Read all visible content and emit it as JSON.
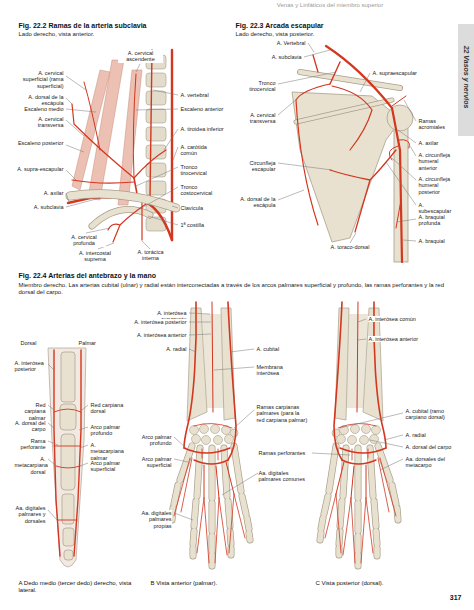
{
  "diagram": {
    "labels": [
      "Venas y Linfáticos del miembro superior",
      "22 Vasos y nervios",
      "Fig. 22.2 Ramas de la arteria subclavia",
      "Lado derecho, vista anterior.",
      "A. cervical ascendente",
      "A. cervical superficial (rama superficial)",
      "A. dorsal de la escápula",
      "A. vertebral",
      "Escaleno medio",
      "A. cervical transversa",
      "Escaleno anterior",
      "A. tiroidea inferior",
      "Escaleno posterior",
      "A. carótida común",
      "A. supra-escapular",
      "Tronco tirocervical",
      "A. axilar",
      "Tronco costocervical",
      "A. subclavia",
      "Clavícula",
      "1ª costilla",
      "A. cervical profunda",
      "A. intercostal suprema",
      "A. torácica interna",
      "Fig. 22.3 Arcada escapular",
      "Lado derecho, vista posterior.",
      "A. Vertebral",
      "A. subclavia",
      "A. supraescapular",
      "Tronco tirocervical",
      "A. cervical transversa",
      "Ramas acromiales",
      "A. axilar",
      "A. circunfleja humeral anterior",
      "Circunfleja escapular",
      "A. circunfleja humeral posterior",
      "A. dorsal de la escápula",
      "A. subescapular",
      "A. braquial profunda",
      "A. toraco-dorsal",
      "A. braquial",
      "Fig. 22.4 Arterias del antebrazo y la mano",
      "Miembro derecho. Las arterias cubital (ulnar) y radial están interconectadas a través de los arcos palmares superficial y profundo, las ramas perforantes y la red dorsal del carpo.",
      "Dorsal",
      "Palmar",
      "A. interósea posterior",
      "Red carpiana palmar",
      "Red carpiana dorsal",
      "A. dorsal del carpo",
      "Arco palmar profundo",
      "Rama perforante",
      "A. metacarpiana palmar",
      "A. metacarpiana dorsal",
      "Arco palmar superficial",
      "Aa. digitales palmares y dorsales",
      "A Dedo medio (tercer dedo) derecho, vista lateral.",
      "A. interósea recurrente",
      "A. interósea posterior",
      "A. interósea anterior",
      "A. radial",
      "A. cubital",
      "Membrana interósea",
      "Ramas carpianas palmares (para la red carpiana palmar)",
      "Arco palmar profundo",
      "Arco palmar superficial",
      "Ramas perforantes",
      "Aa. digitales palmares comunes",
      "Aa. digitales palmares propias",
      "B Vista anterior (palmar).",
      "A. interósea común",
      "A. interósea anterior",
      "A. cubital (ramo carpiano dorsal)",
      "A. radial",
      "A. dorsal del carpo",
      "Aa. dorsales del metacarpo",
      "C Vista posterior (dorsal).",
      "317"
    ]
  }
}
